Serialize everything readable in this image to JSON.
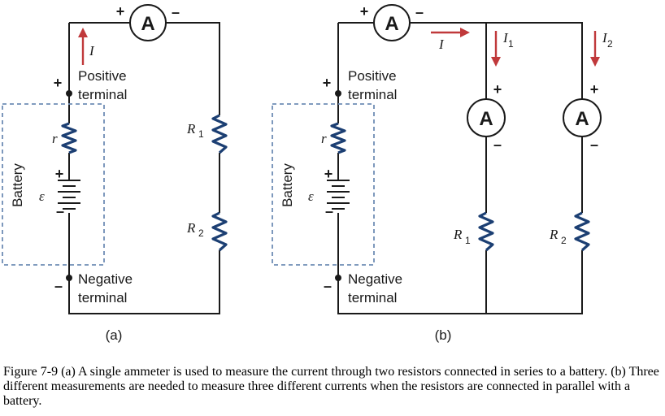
{
  "ammeter_letter": "A",
  "signs": {
    "plus": "+",
    "minus": "–"
  },
  "labels": {
    "current": "I",
    "positive_terminal": [
      "Positive",
      "terminal"
    ],
    "negative_terminal": [
      "Negative",
      "terminal"
    ],
    "battery": "Battery",
    "internal_resistance": "r",
    "emf": "ε",
    "resistor_symbol": "R",
    "sub_1": "1",
    "sub_2": "2"
  },
  "panels": {
    "a": "(a)",
    "b": "(b)"
  },
  "caption": "Figure 7-9 (a) A single ammeter is used to measure the current through two resistors connected in series to a battery. (b) Three different measurements are needed to measure three different currents when the resistors are connected in parallel with a battery.",
  "colors": {
    "wire": "#1a1a1a",
    "resistor": "#1c3f73",
    "battery_box": "#6f8db5",
    "current_arrow": "#c0393b"
  }
}
